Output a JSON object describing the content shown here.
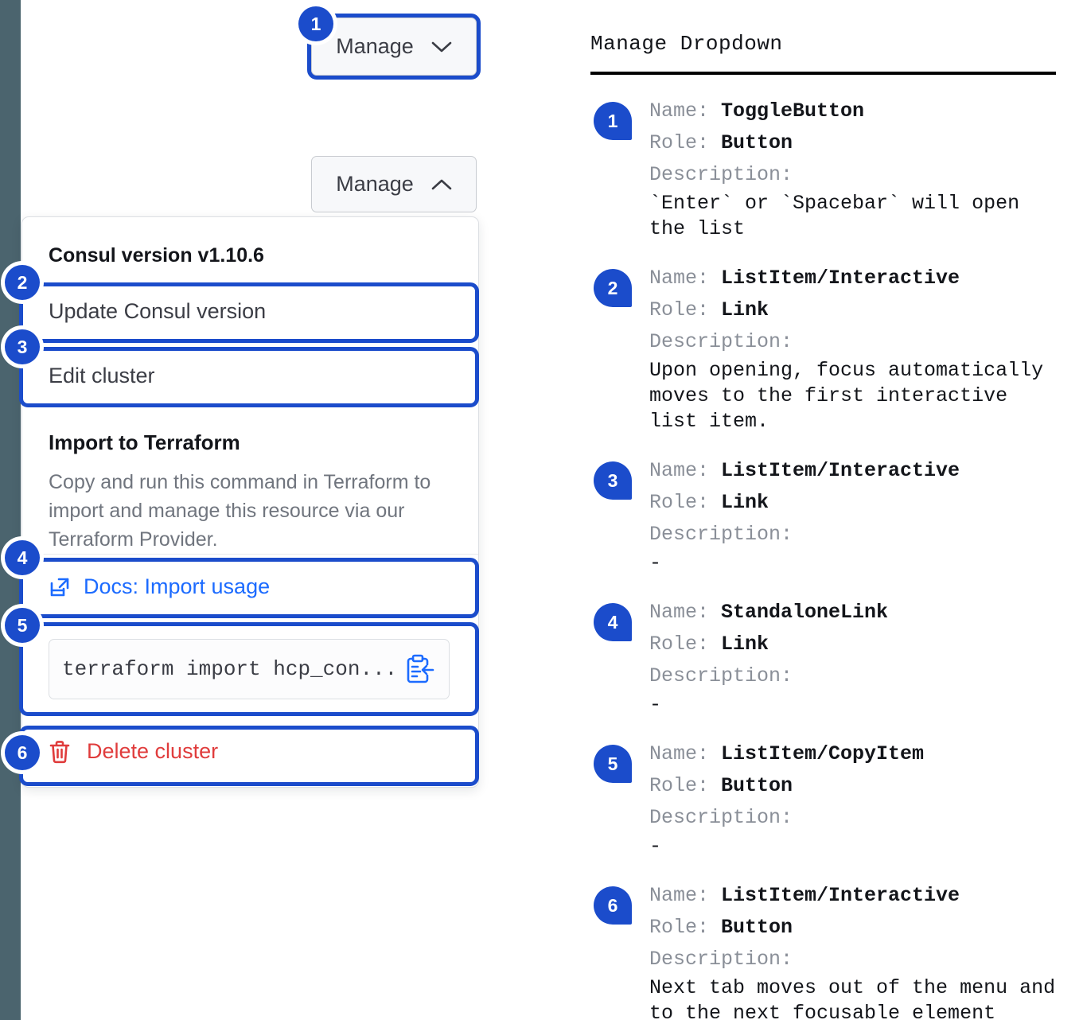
{
  "rail": {
    "color": "#4b646e"
  },
  "theme": {
    "accent_blue": "#1b4ccb",
    "link_blue": "#1c6bff",
    "danger_red": "#e03c3c",
    "muted_gray": "#70757e"
  },
  "left_panel": {
    "collapsed_button": {
      "label": "Manage",
      "caret": "chevron-down-icon",
      "badge": "1"
    },
    "expanded_button": {
      "label": "Manage",
      "caret": "chevron-up-icon"
    },
    "menu": {
      "version_heading": "Consul version v1.10.6",
      "update_version_label": "Update Consul version",
      "edit_cluster_label": "Edit cluster",
      "import_heading": "Import to Terraform",
      "import_description": "Copy and run this command in Terraform to import and manage this resource via our Terraform Provider.",
      "docs_link_label": "Docs: Import usage",
      "docs_link_icon": "external-link-icon",
      "command_value": "terraform import hcp_con...",
      "copy_icon": "copy-to-clipboard-icon",
      "delete_label": "Delete cluster",
      "delete_icon": "trash-icon"
    },
    "badges": [
      "1",
      "2",
      "3",
      "4",
      "5",
      "6"
    ]
  },
  "spec_panel": {
    "title": "Manage Dropdown",
    "labels": {
      "name": "Name:",
      "role": "Role:",
      "description": "Description:"
    },
    "items": [
      {
        "badge": "1",
        "name": "ToggleButton",
        "role": "Button",
        "description": "`Enter` or `Spacebar` will open\nthe list"
      },
      {
        "badge": "2",
        "name": "ListItem/Interactive",
        "role": "Link",
        "description": "Upon opening, focus automatically\nmoves to the first interactive\nlist item."
      },
      {
        "badge": "3",
        "name": "ListItem/Interactive",
        "role": "Link",
        "description": "-"
      },
      {
        "badge": "4",
        "name": "StandaloneLink",
        "role": "Link",
        "description": "-"
      },
      {
        "badge": "5",
        "name": "ListItem/CopyItem",
        "role": "Button",
        "description": "-"
      },
      {
        "badge": "6",
        "name": "ListItem/Interactive",
        "role": "Button",
        "description": "Next tab moves out of the menu and\nto the next focusable element"
      }
    ]
  }
}
